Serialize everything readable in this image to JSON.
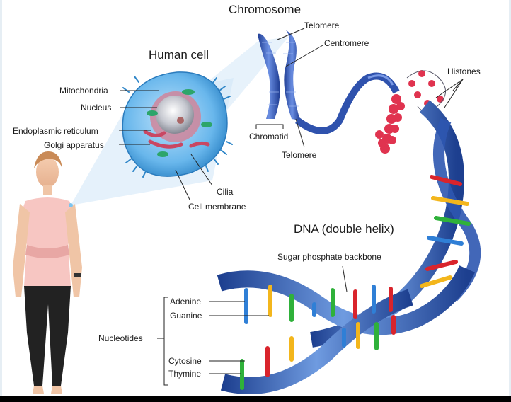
{
  "titles": {
    "chromosome": "Chromosome",
    "human_cell": "Human cell",
    "dna": "DNA (double helix)"
  },
  "cell_labels": {
    "mitochondria": "Mitochondria",
    "nucleus": "Nucleus",
    "er": "Endoplasmic reticulum",
    "golgi": "Golgi apparatus",
    "cilia": "Cilia",
    "membrane": "Cell membrane"
  },
  "chromosome_labels": {
    "telomere_top": "Telomere",
    "centromere": "Centromere",
    "chromatid": "Chromatid",
    "telomere_bottom": "Telomere",
    "histones": "Histones"
  },
  "dna_labels": {
    "backbone": "Sugar phosphate backbone",
    "adenine": "Adenine",
    "guanine": "Guanine",
    "nucleotides": "Nucleotides",
    "cytosine": "Cytosine",
    "thymine": "Thymine"
  },
  "colors": {
    "cell_blue": "#5aa9e6",
    "nucleus_pink": "#d76a8a",
    "chromosome_blue": "#3c5fbf",
    "histone_red": "#e0334f",
    "helix_blue": "#3a67c2",
    "adenine": "#2f7fd6",
    "guanine": "#f3b61c",
    "cytosine": "#2fb13a",
    "thymine": "#d9242c"
  }
}
